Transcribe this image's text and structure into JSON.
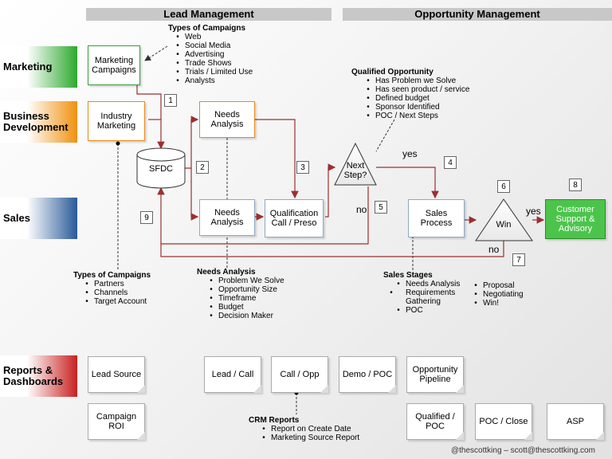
{
  "headers": {
    "lead": "Lead Management",
    "opportunity": "Opportunity Management"
  },
  "lanes": {
    "marketing": "Marketing",
    "bizdev": "Business Development",
    "sales": "Sales",
    "reports": "Reports & Dashboards"
  },
  "lane_colors": {
    "marketing": "#2da82d",
    "bizdev": "#f0900f",
    "sales": "#2a5a98",
    "reports": "#c82020",
    "flow": "#9b3030"
  },
  "boxes": {
    "marketing_campaigns": "Marketing Campaigns",
    "industry_marketing": "Industry Marketing",
    "needs_analysis_bd": "Needs Analysis",
    "sfdc": "SFDC",
    "needs_analysis_sales": "Needs Analysis",
    "qualification": "Qualification Call / Preso",
    "next_step": "Next Step?",
    "sales_process": "Sales Process",
    "win": "Win",
    "customer_support": "Customer Support & Advisory"
  },
  "numbers": [
    "1",
    "2",
    "3",
    "4",
    "5",
    "6",
    "7",
    "8",
    "9"
  ],
  "decision_labels": {
    "yes_next": "yes",
    "no_next": "no",
    "yes_win": "yes",
    "no_win": "no"
  },
  "campaign_types_top": {
    "title": "Types of Campaigns",
    "items": [
      "Web",
      "Social Media",
      "Advertising",
      "Trade Shows",
      "Trials / Limited Use",
      "Analysts"
    ]
  },
  "qualified_opportunity": {
    "title": "Qualified Opportunity",
    "items": [
      "Has Problem we Solve",
      "Has seen product / service",
      "Defined budget",
      "Sponsor Identified",
      "POC / Next Steps"
    ]
  },
  "campaign_types_bottom": {
    "title": "Types of Campaigns",
    "items": [
      "Partners",
      "Channels",
      "Target Account"
    ]
  },
  "needs_analysis_notes": {
    "title": "Needs Analysis",
    "items": [
      "Problem We Solve",
      "Opportunity Size",
      "Timeframe",
      "Budget",
      "Decision Maker"
    ]
  },
  "sales_stages": {
    "title": "Sales Stages",
    "items": [
      "Needs Analysis",
      "Requirements Gathering",
      "POC"
    ],
    "items_right": [
      "Proposal",
      "Negotiating",
      "Win!"
    ]
  },
  "reports": {
    "lead_source": "Lead Source",
    "lead_call": "Lead / Call",
    "call_opp": "Call / Opp",
    "demo_poc": "Demo / POC",
    "opp_pipeline": "Opportunity Pipeline",
    "campaign_roi": "Campaign ROI",
    "qualified_poc": "Qualified / POC",
    "poc_close": "POC / Close",
    "asp": "ASP"
  },
  "crm_reports": {
    "title": "CRM Reports",
    "items": [
      "Report on Create Date",
      "Marketing Source Report"
    ]
  },
  "footer": "@thescottking – scott@thescottking.com"
}
